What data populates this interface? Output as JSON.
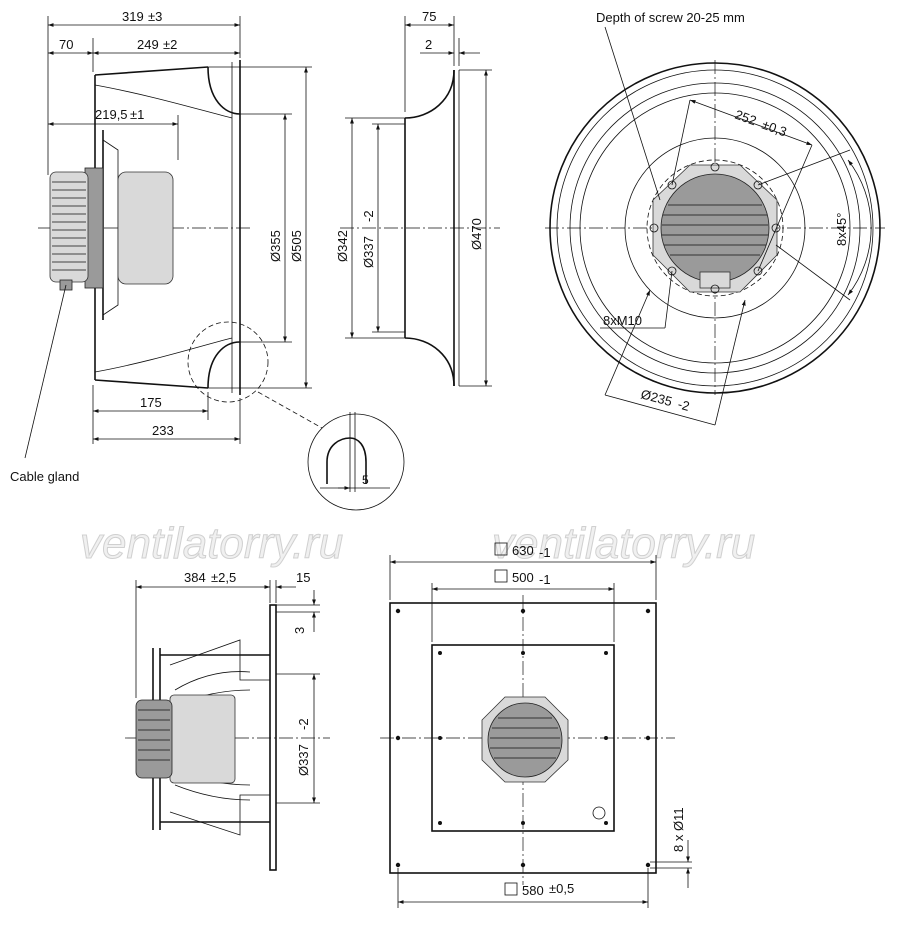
{
  "watermark": "ventilatorry.ru",
  "view_side": {
    "d_319": "319",
    "d_319_tol": "±3",
    "d_70": "70",
    "d_249": "249",
    "d_249_tol": "±2",
    "d_219": "219,5",
    "d_219_tol": "±1",
    "d_175": "175",
    "d_233": "233",
    "d_355": "Ø355",
    "d_505": "Ø505",
    "cable_gland": "Cable gland"
  },
  "view_nozzle": {
    "d_75": "75",
    "d_2": "2",
    "d_342": "Ø342",
    "d_337": "Ø337",
    "d_337_tol": "-2",
    "d_470": "Ø470",
    "d_5": "5"
  },
  "view_front": {
    "screw_depth": "Depth of screw 20-25 mm",
    "d_252": "252",
    "d_252_tol": "±0,3",
    "angle": "8x45°",
    "thread": "8xM10",
    "d_235": "Ø235",
    "d_235_tol": "-2"
  },
  "view_plate_side": {
    "d_384": "384",
    "d_384_tol": "±2,5",
    "d_15": "15",
    "d_3": "3",
    "d_337": "Ø337",
    "d_337_tol": "-2"
  },
  "view_plate_top": {
    "d_630": "630",
    "d_630_tol": "-1",
    "d_500": "500",
    "d_500_tol": "-1",
    "d_580": "580",
    "d_580_tol": "±0,5",
    "holes": "8 x Ø11"
  }
}
